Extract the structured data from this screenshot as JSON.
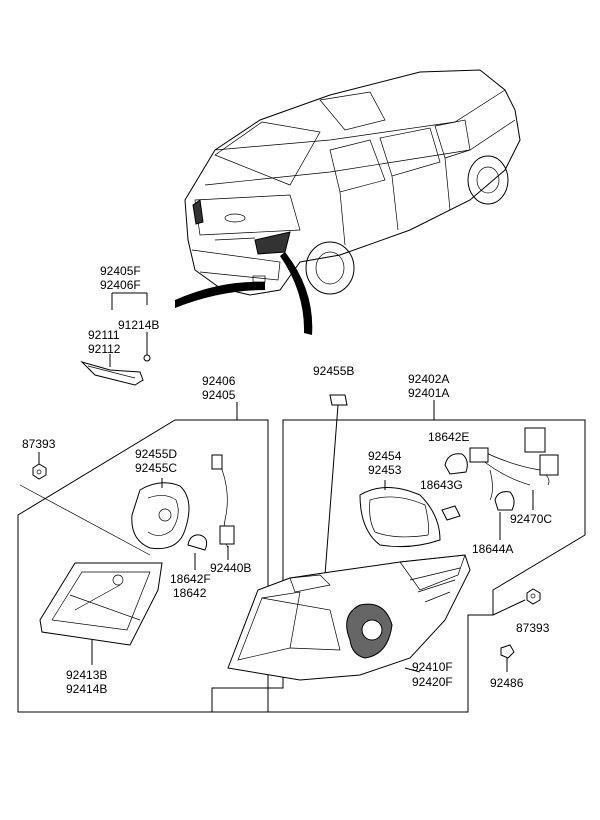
{
  "parts": {
    "p92405F": "92405F",
    "p92406F": "92406F",
    "p91214B": "91214B",
    "p92111": "92111",
    "p92112": "92112",
    "p92406": "92406",
    "p92405": "92405",
    "p92455B": "92455B",
    "p92402A": "92402A",
    "p92401A": "92401A",
    "p87393a": "87393",
    "p92455D": "92455D",
    "p92455C": "92455C",
    "p18642F": "18642F",
    "p18642": "18642",
    "p92440B": "92440B",
    "p92413B": "92413B",
    "p92414B": "92414B",
    "p92454": "92454",
    "p92453": "92453",
    "p18642E": "18642E",
    "p18643G": "18643G",
    "p92470C": "92470C",
    "p18644A": "18644A",
    "p87393b": "87393",
    "p92486": "92486",
    "p92410F": "92410F",
    "p92420F": "92420F"
  }
}
